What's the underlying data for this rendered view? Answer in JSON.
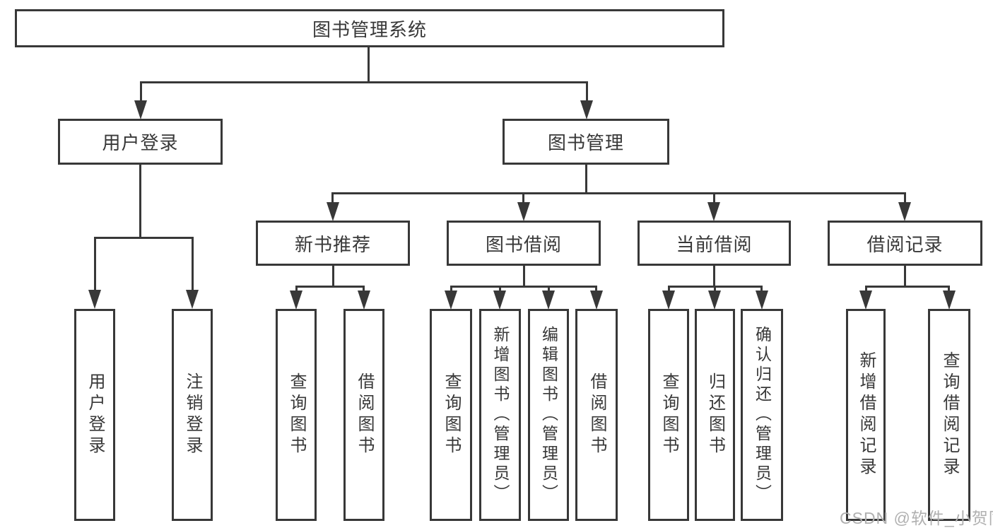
{
  "diagram": {
    "type": "hierarchy-tree",
    "colors": {
      "line": "#383838",
      "text": "#383838",
      "background": "#ffffff",
      "watermark_text": "#b0b0b0"
    },
    "nodes": {
      "root": {
        "label": "图书管理系统"
      },
      "userLogin": {
        "label": "用户登录"
      },
      "bookManagement": {
        "label": "图书管理"
      },
      "newBookRecommend": {
        "label": "新书推荐"
      },
      "bookBorrow": {
        "label": "图书借阅"
      },
      "currentBorrow": {
        "label": "当前借阅"
      },
      "borrowRecords": {
        "label": "借阅记录"
      },
      "leafUserLogin": {
        "label": "用户登录"
      },
      "leafLogout": {
        "label": "注销登录"
      },
      "leafNbQueryBook": {
        "label": "查询图书"
      },
      "leafNbBorrowBook": {
        "label": "借阅图书"
      },
      "leafBbQueryBook": {
        "label": "查询图书"
      },
      "leafBbAddBook": {
        "label": "新增图书（管理员）"
      },
      "leafBbEditBook": {
        "label": "编辑图书（管理员）"
      },
      "leafBbBorrowBook": {
        "label": "借阅图书"
      },
      "leafCbQueryBook": {
        "label": "查询图书"
      },
      "leafCbReturnBook": {
        "label": "归还图书"
      },
      "leafCbConfirmReturn": {
        "label": "确认归还（管理员）"
      },
      "leafBrAddRecord": {
        "label": "新增借阅记录"
      },
      "leafBrQueryRecord": {
        "label": "查询借阅记录"
      }
    },
    "watermark": {
      "text": "CSDN @软件_小贺同学"
    }
  }
}
